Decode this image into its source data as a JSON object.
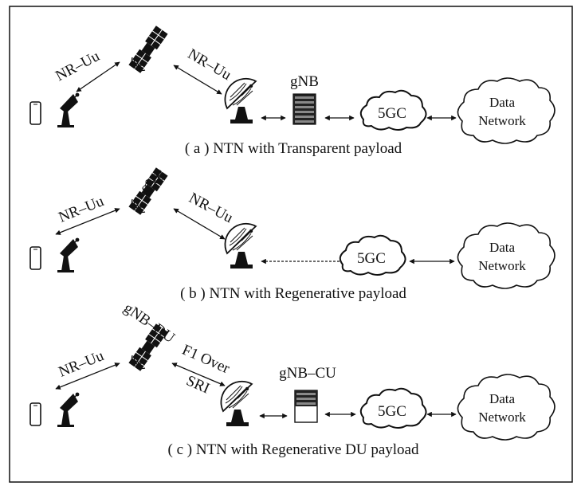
{
  "panels": [
    {
      "caption": "( a ) NTN with Transparent payload",
      "link_ue_sat": "NR–Uu",
      "link_sat_gw": "NR–Uu",
      "node_label": "gNB",
      "core": "5GC",
      "dn_line1": "Data",
      "dn_line2": "Network"
    },
    {
      "caption": "( b ) NTN with Regenerative payload",
      "link_ue_sat": "NR–Uu",
      "sat_label": "gNB",
      "link_sat_gw": "NR–Uu",
      "core": "5GC",
      "dn_line1": "Data",
      "dn_line2": "Network"
    },
    {
      "caption": "( c ) NTN with Regenerative DU payload",
      "link_ue_sat": "NR–Uu",
      "sat_label": "gNB–DU",
      "f1_line1": "F1 Over",
      "f1_line2": "SRI",
      "node_label": "gNB–CU",
      "core": "5GC",
      "dn_line1": "Data",
      "dn_line2": "Network"
    }
  ]
}
